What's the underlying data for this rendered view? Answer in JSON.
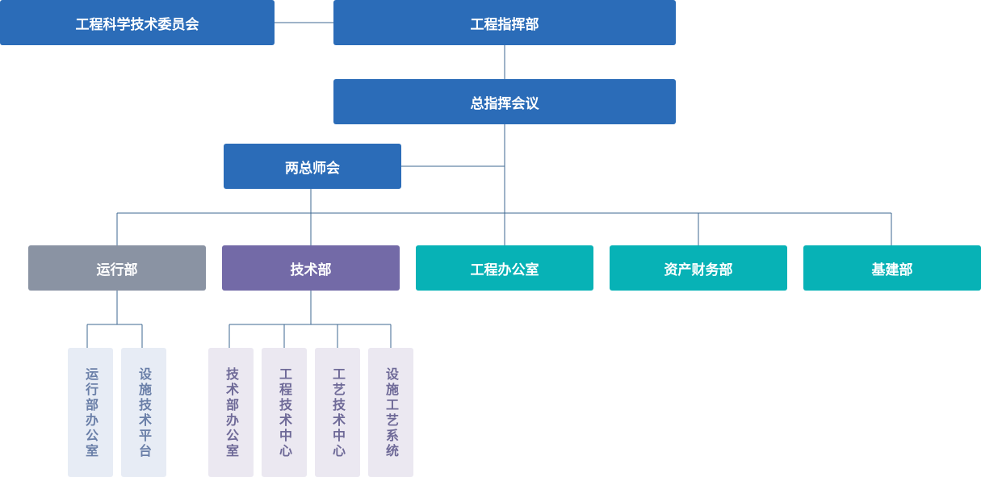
{
  "top": {
    "committee": "工程科学技术委员会",
    "command": "工程指挥部",
    "meeting": "总指挥会议",
    "chiefs": "两总师会"
  },
  "departments": [
    {
      "label": "运行部",
      "color": "#8a93a3"
    },
    {
      "label": "技术部",
      "color": "#736aa7"
    },
    {
      "label": "工程办公室",
      "color": "#07b2b6"
    },
    {
      "label": "资产财务部",
      "color": "#07b2b6"
    },
    {
      "label": "基建部",
      "color": "#07b2b6"
    }
  ],
  "operations_units": [
    "运行部办公室",
    "设施技术平台"
  ],
  "technical_units": [
    "技术部办公室",
    "工程技术中心",
    "工艺技术中心",
    "设施工艺系统"
  ],
  "line_color": "#3e6790"
}
